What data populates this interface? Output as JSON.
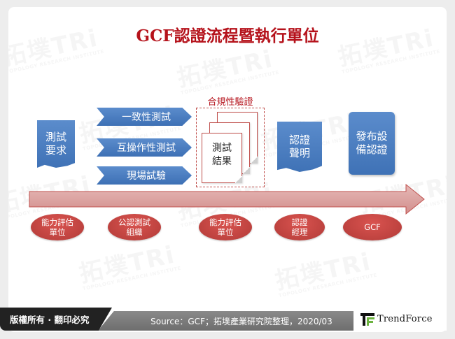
{
  "title": "GCF認證流程暨執行單位",
  "watermark": {
    "cn": "拓墣TRi",
    "en": "TOPOLOGY RESEARCH INSTITUTE"
  },
  "flow": {
    "requirement": "測試\n要求",
    "tests": [
      {
        "label": "一致性測試"
      },
      {
        "label": "互操作性測試"
      },
      {
        "label": "現場試驗"
      }
    ],
    "compliance": {
      "label": "合規性驗證",
      "page_text": "測試\n結果"
    },
    "declaration": "認證\n聲明",
    "certificate": "發布設\n備認證"
  },
  "units": [
    {
      "label": "能力評估\n單位"
    },
    {
      "label": "公認測試\n組織"
    },
    {
      "label": "能力評估\n單位"
    },
    {
      "label": "認證\n經理"
    },
    {
      "label": "GCF"
    }
  ],
  "footer": {
    "copyright": "版權所有 · 翻印必究",
    "source": "Source：GCF；拓墣產業研究院整理，2020/03",
    "brand": "TrendForce"
  },
  "colors": {
    "title_red": "#b5121b",
    "shape_blue": "#4a7cc0",
    "ellipse_red": "#c0504d",
    "arrow_pink": "#d99594",
    "brand_green": "#6cb33f"
  }
}
